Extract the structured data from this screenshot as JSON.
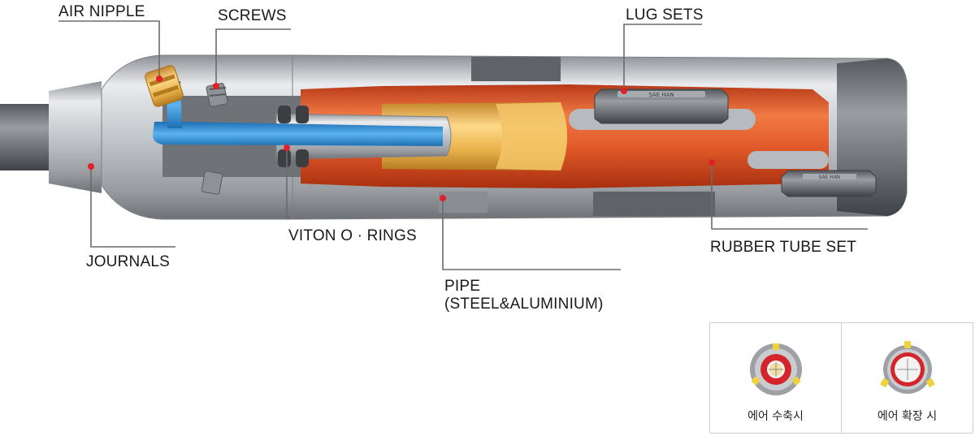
{
  "labels": {
    "air_nipple": "AIR NIPPLE",
    "screws": "SCREWS",
    "lug_sets": "LUG SETS",
    "viton_o_rings": "VITON O · RINGS",
    "journals": "JOURNALS",
    "rubber_tube_set": "RUBBER TUBE SET",
    "pipe_line1": "PIPE",
    "pipe_line2": "(STEEL&ALUMINIUM)",
    "lug_marking": "SAE HAN"
  },
  "states": [
    {
      "caption": "에어 수축시"
    },
    {
      "caption": "에어 확장 시"
    }
  ],
  "colors": {
    "steel": "#b9bcc0",
    "rubber": "#e25a2a",
    "air_channel": "#2f8fd6",
    "brass": "#e8b24a",
    "leader_dot": "#e0202a"
  }
}
